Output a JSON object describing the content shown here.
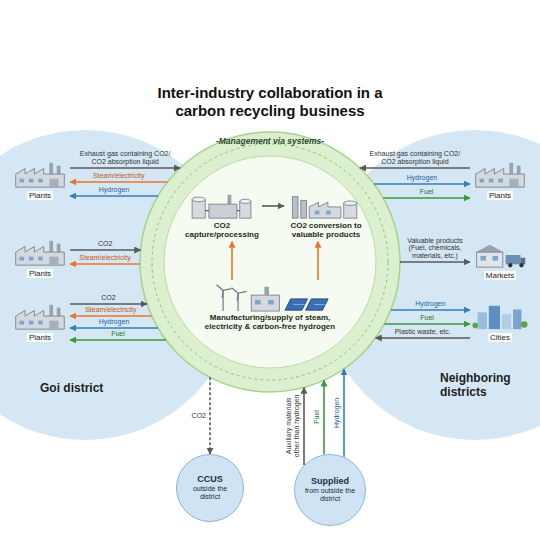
{
  "diagram": {
    "title": "Inter-industry collaboration in a carbon recycling business",
    "nodes": [
      {
        "text": [
          "Goi district"
        ]
      },
      {
        "text": [
          "Plants"
        ],
        "in": 0
      },
      {
        "text": [
          "Plants"
        ],
        "in": 0
      },
      {
        "text": [
          "Plants"
        ],
        "in": 0
      },
      {
        "text": [
          "-Management via systems-"
        ]
      },
      {
        "text": [
          "CO2 capture/processing"
        ],
        "in": 4
      },
      {
        "text": [
          "CO2 conversion to valuable products"
        ],
        "in": 4
      },
      {
        "text": [
          "Manufacturing/supply of steam, electricity & carbon-free hydrogen"
        ],
        "in": 4
      },
      {
        "text": [
          "Neighboring districts"
        ]
      },
      {
        "text": [
          "Plants"
        ],
        "in": 8
      },
      {
        "text": [
          "Markets"
        ],
        "in": 8
      },
      {
        "text": [
          "Cities"
        ],
        "in": 8
      },
      {
        "text": [
          "CCUS",
          "outside the district"
        ]
      },
      {
        "text": [
          "Supplied",
          "from outside the district"
        ]
      }
    ],
    "edges": [
      {
        "from": 1,
        "to": 4,
        "arrow": "to",
        "label": "Exhaust gas containing CO2/ CO2 absorption liquid"
      },
      {
        "from": 4,
        "to": 1,
        "arrow": "to",
        "label": "Steam/electricity"
      },
      {
        "from": 4,
        "to": 1,
        "arrow": "to",
        "label": "Hydrogen"
      },
      {
        "from": 2,
        "to": 4,
        "arrow": "to",
        "label": "CO2"
      },
      {
        "from": 4,
        "to": 2,
        "arrow": "to",
        "label": "Steam/electricity"
      },
      {
        "from": 3,
        "to": 4,
        "arrow": "to",
        "label": "CO2"
      },
      {
        "from": 4,
        "to": 3,
        "arrow": "to",
        "label": "Steam/electricity"
      },
      {
        "from": 4,
        "to": 3,
        "arrow": "to",
        "label": "Hydrogen"
      },
      {
        "from": 4,
        "to": 3,
        "arrow": "to",
        "label": "Fuel"
      },
      {
        "from": 9,
        "to": 4,
        "arrow": "to",
        "label": "Exhaust gas containing CO2/ CO2 absorption liquid"
      },
      {
        "from": 4,
        "to": 9,
        "arrow": "to",
        "label": "Hydrogen"
      },
      {
        "from": 4,
        "to": 9,
        "arrow": "to",
        "label": "Fuel"
      },
      {
        "from": 4,
        "to": 10,
        "arrow": "to",
        "label": "Valuable products (Fuel, chemicals, materials, etc.)"
      },
      {
        "from": 4,
        "to": 11,
        "arrow": "to",
        "label": "Hydrogen"
      },
      {
        "from": 4,
        "to": 11,
        "arrow": "to",
        "label": "Fuel"
      },
      {
        "from": 11,
        "to": 4,
        "arrow": "to",
        "label": "Plastic waste, etc."
      },
      {
        "from": 4,
        "to": 12,
        "arrow": "to",
        "label": "CO2"
      },
      {
        "from": 13,
        "to": 4,
        "arrow": "to",
        "label": "Auxiliary materials other than hydrogen"
      },
      {
        "from": 13,
        "to": 4,
        "arrow": "to",
        "label": "Fuel"
      },
      {
        "from": 13,
        "to": 4,
        "arrow": "to",
        "label": "Hydrogen"
      },
      {
        "from": 5,
        "to": 6,
        "arrow": "to"
      },
      {
        "from": 7,
        "to": 5,
        "arrow": "to"
      },
      {
        "from": 7,
        "to": 6,
        "arrow": "to"
      }
    ]
  }
}
